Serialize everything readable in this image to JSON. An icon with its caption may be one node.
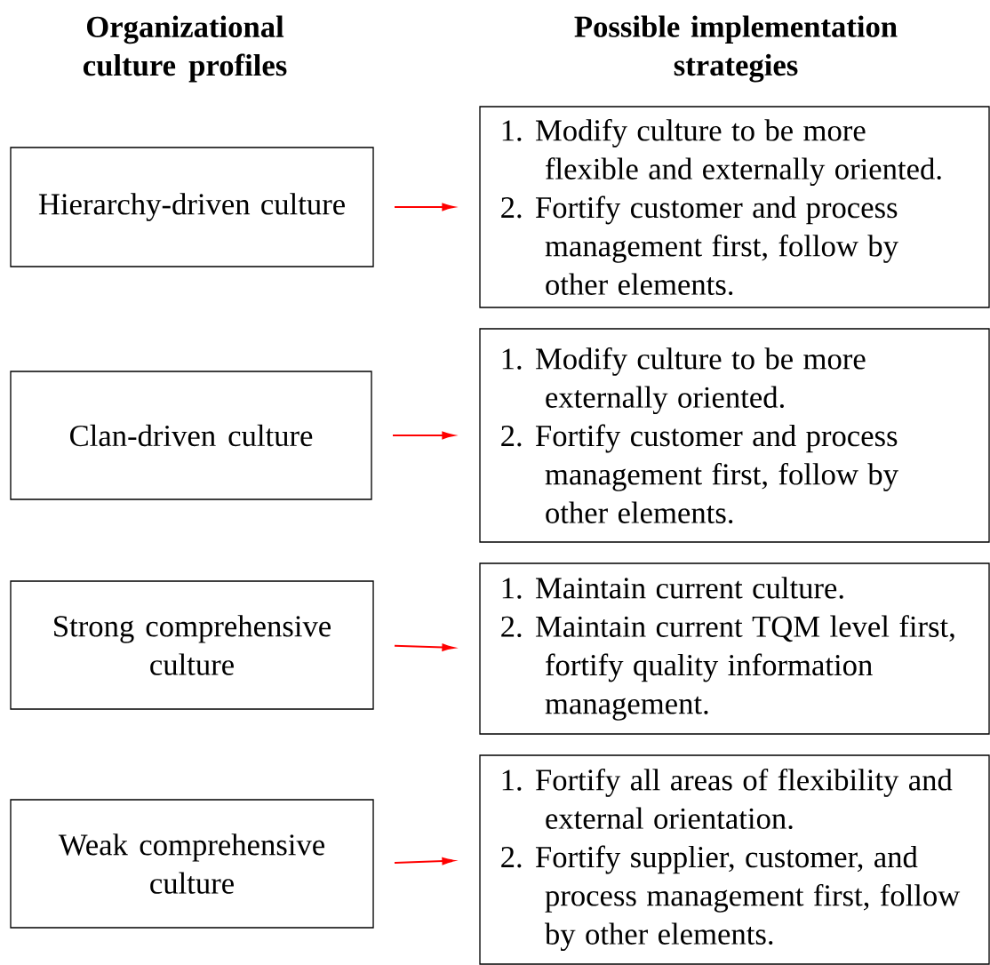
{
  "diagram": {
    "nodes": [
      {
        "text": [
          "Hierarchy-driven culture"
        ]
      },
      {
        "text": [
          "Clan-driven culture"
        ]
      },
      {
        "text": [
          "Strong comprehensive culture"
        ]
      },
      {
        "text": [
          "Weak comprehensive culture"
        ]
      },
      {
        "text": [
          "1. Modify culture to be more flexible and externally oriented.",
          "2. Fortify customer and process management first, follow by other elements."
        ]
      },
      {
        "text": [
          "1. Modify culture to be more externally oriented.",
          "2. Fortify customer and process management first, follow by other elements."
        ]
      },
      {
        "text": [
          "1. Maintain current culture.",
          "2. Maintain current TQM level first, fortify quality information management."
        ]
      },
      {
        "text": [
          "1. Fortify all areas of flexibility and external orientation.",
          "2. Fortify supplier, customer, and process management first, follow by other elements."
        ]
      }
    ],
    "edges": [
      {
        "from": 0,
        "to": 4,
        "arrow": "to",
        "color": "#ff0000"
      },
      {
        "from": 1,
        "to": 5,
        "arrow": "to",
        "color": "#ff0000"
      },
      {
        "from": 2,
        "to": 6,
        "arrow": "to",
        "color": "#ff0000"
      },
      {
        "from": 3,
        "to": 7,
        "arrow": "to",
        "color": "#ff0000"
      }
    ],
    "labels": [
      "Organizational culture profiles",
      "Possible implementation strategies"
    ]
  }
}
